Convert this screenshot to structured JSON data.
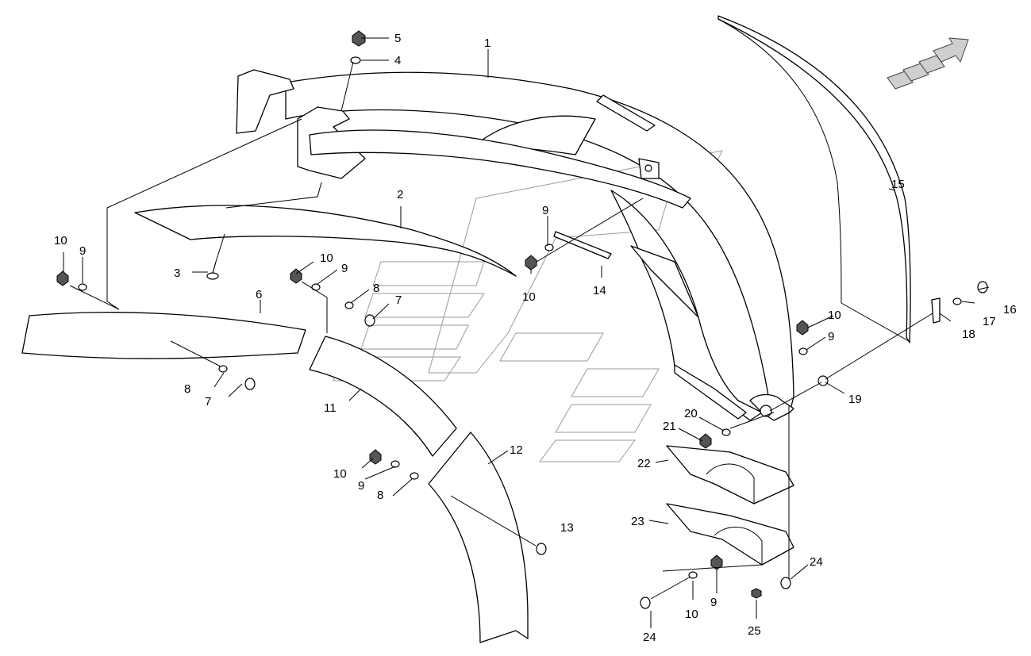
{
  "diagram": {
    "callouts": {
      "c1": "1",
      "c2": "2",
      "c3": "3",
      "c4": "4",
      "c5": "5",
      "c6": "6",
      "c7a": "7",
      "c7b": "7",
      "c8a": "8",
      "c8b": "8",
      "c8c": "8",
      "c9a": "9",
      "c9b": "9",
      "c9c": "9",
      "c9d": "9",
      "c9e": "9",
      "c9f": "9",
      "c10a": "10",
      "c10b": "10",
      "c10c": "10",
      "c10d": "10",
      "c10e": "10",
      "c10f": "10",
      "c11": "11",
      "c12": "12",
      "c13": "13",
      "c14": "14",
      "c15": "15",
      "c16": "16",
      "c17": "17",
      "c18": "18",
      "c19": "19",
      "c20": "20",
      "c21": "21",
      "c22": "22",
      "c23": "23",
      "c24a": "24",
      "c24b": "24",
      "c25": "25"
    },
    "line_color": "#000000",
    "background_color": "#ffffff",
    "direction_arrow_color": "#cfcfcf"
  }
}
